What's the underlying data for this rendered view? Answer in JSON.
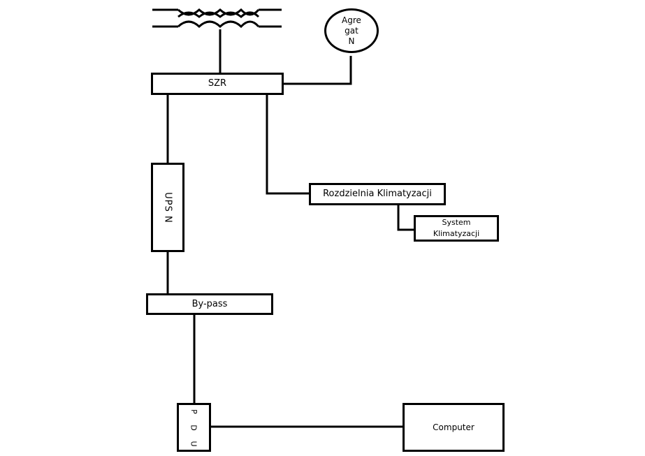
{
  "diagram": {
    "grid_source": {
      "icon": "transformer-coupling-icon"
    },
    "generator": {
      "lines": [
        "Agre",
        "gat",
        "N"
      ]
    },
    "szr": {
      "label": "SZR"
    },
    "ups": {
      "label": "UPS N"
    },
    "climate_switchboard": {
      "label": "Rozdzielnia Klimatyzacji"
    },
    "climate_system": {
      "lines": [
        "System",
        "Klimatyzacji"
      ]
    },
    "bypass": {
      "label": "By-pass"
    },
    "pdu": {
      "letters": [
        "P",
        "D",
        "U"
      ]
    },
    "computer": {
      "label": "Computer"
    }
  }
}
